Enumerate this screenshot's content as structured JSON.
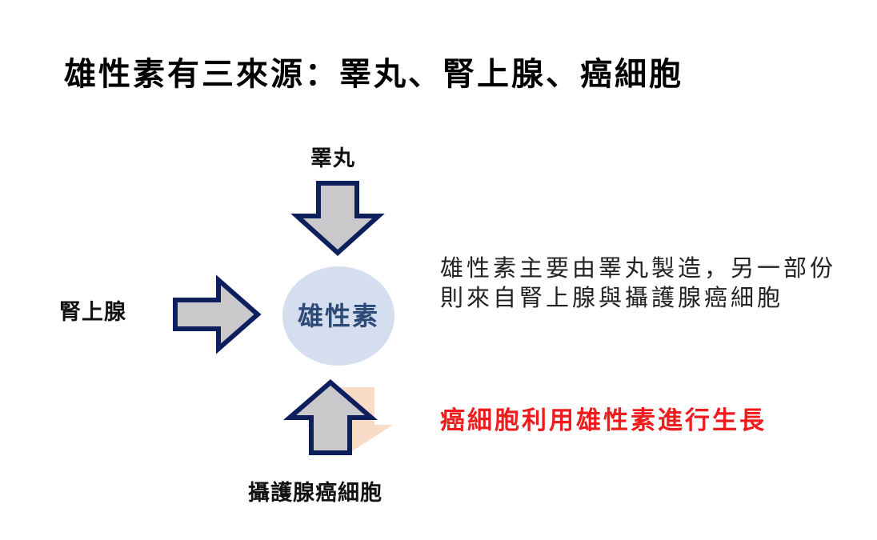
{
  "slide": {
    "title": "雄性素有三來源：睪丸、腎上腺、癌細胞"
  },
  "diagram": {
    "sources": {
      "top": "睪丸",
      "left": "腎上腺",
      "bottom": "攝護腺癌細胞"
    },
    "center": "雄性素",
    "description": "雄性素主要由睪丸製造，另一部份則來自腎上腺與攝護腺癌細胞",
    "highlight": "癌細胞利用雄性素進行生長"
  },
  "colors": {
    "arrow_fill": "#c9c9cb",
    "arrow_stroke": "#0e1f5e",
    "center_fill": "#d5deef",
    "center_text": "#2d4a77",
    "highlight_text": "#ee1c1c",
    "shadow_arrow": "#f8dcc8"
  }
}
